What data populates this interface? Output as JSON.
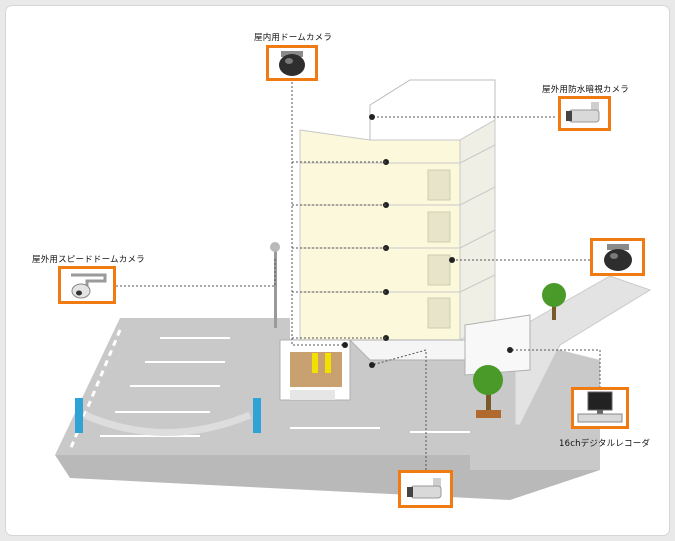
{
  "diagram": {
    "labels": {
      "indoor_dome_camera": "屋内用ドームカメラ",
      "outdoor_ir_camera": "屋外用防水暗視カメラ",
      "outdoor_speed_dome_camera": "屋外用スピードドームカメラ",
      "recorder": "16chデジタルレコーダ"
    },
    "colors": {
      "accent_border": "#f07b12",
      "ground": "#c8c8c8",
      "building_floor": "#fbf8dc",
      "barrier_post": "#2fa3d6",
      "tree": "#4a9a2a"
    },
    "icons": [
      "dome-camera-icon",
      "bullet-camera-icon",
      "speed-dome-camera-icon",
      "dvr-recorder-icon",
      "tree-icon",
      "parking-barrier-icon"
    ]
  }
}
